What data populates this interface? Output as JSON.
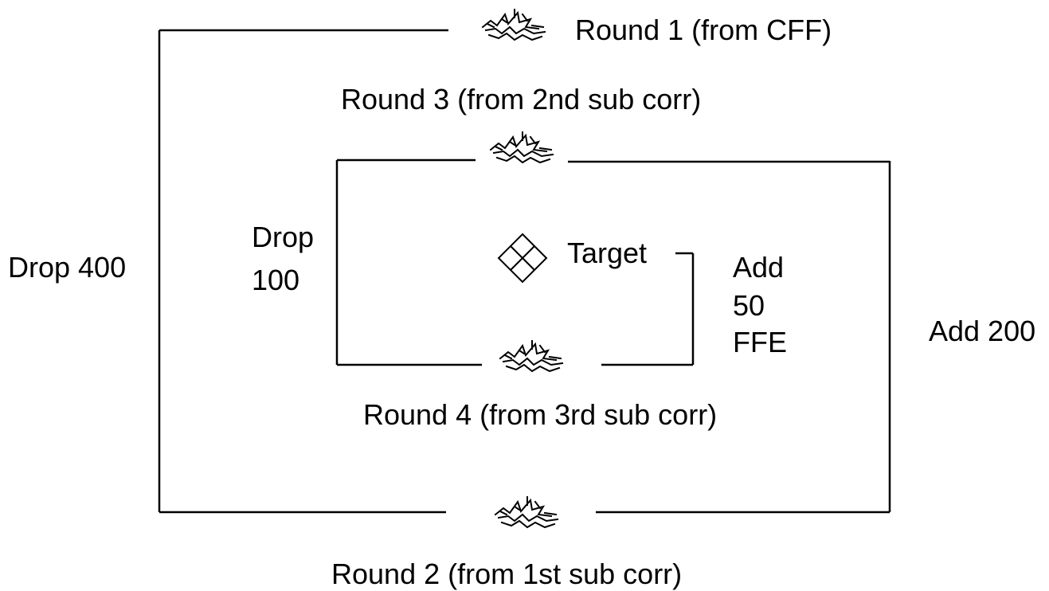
{
  "labels": {
    "round1": "Round 1 (from CFF)",
    "round2": "Round 2 (from 1st sub corr)",
    "round3": "Round 3 (from 2nd sub corr)",
    "round4": "Round 4 (from 3rd sub corr)",
    "drop400": "Drop 400",
    "drop100_line1": "Drop",
    "drop100_line2": "100",
    "add200": "Add 200",
    "add50_line1": "Add",
    "add50_line2": "50",
    "add50_line3": "FFE",
    "target": "Target"
  },
  "icons": {
    "burst": "shell-burst-icon",
    "target": "target-diamond-icon"
  },
  "colors": {
    "ink": "#000000",
    "background": "#ffffff"
  }
}
